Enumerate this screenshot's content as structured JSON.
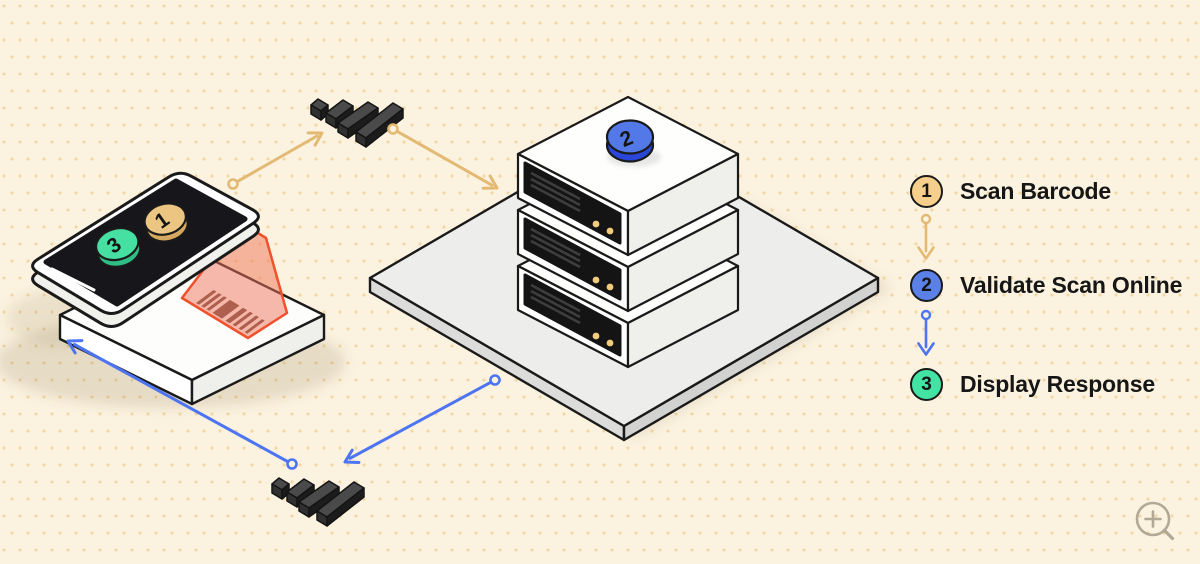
{
  "background": {
    "color": "#FBF2DF",
    "dot_color": "#F3D8A6"
  },
  "palette": {
    "outline": "#1A1A1A",
    "arrow_tan": "#E3BA74",
    "arrow_blue": "#4D74F2",
    "step1_fill": "#F6CF8D",
    "step2_fill": "#5B81E8",
    "step3_fill": "#43E3A3",
    "coin_tan_top": "#EDC583",
    "coin_tan_side": "#D6A95F",
    "coin_green_top": "#46E0A2",
    "coin_green_side": "#2FBE85",
    "coin_blue_top": "#5379E8",
    "coin_blue_side": "#2946D8",
    "beam_stroke": "#F0512C",
    "led": "#F2CC7E",
    "text": "#161616",
    "magnifier": "#A59C89"
  },
  "steps": [
    {
      "num": "1",
      "label": "Scan Barcode"
    },
    {
      "num": "2",
      "label": "Validate Scan Online"
    },
    {
      "num": "3",
      "label": "Display Response"
    }
  ],
  "badges": {
    "phone_step1": "1",
    "phone_step3": "3",
    "server_step2": "2"
  },
  "icons": {
    "device": "barcode-scanner-phone",
    "network_top": "signal-bars",
    "network_bottom": "signal-bars",
    "server": "server-stack",
    "corner_button": "zoom-in-magnifier"
  }
}
